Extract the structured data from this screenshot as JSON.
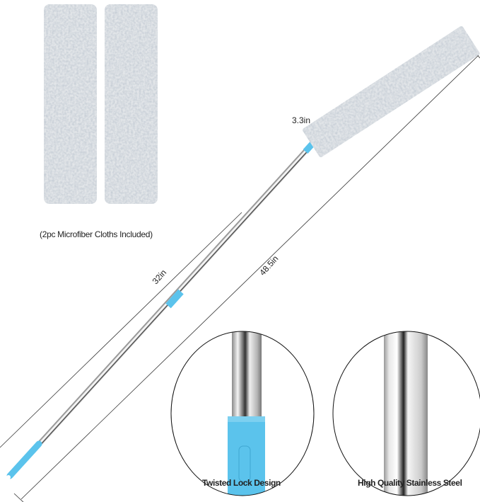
{
  "labels": {
    "cloths_included": "(2pc Microfiber Cloths Included)",
    "head_width": "3.3in",
    "short_length": "32in",
    "full_length": "48.5in",
    "detail_1": "Twisted Lock Design",
    "detail_2": "High Quality Stainless Steel"
  },
  "colors": {
    "accent_blue": "#5bc3ec",
    "microfiber_gray": "#a9b1b8",
    "steel": "#c9c9c9"
  }
}
